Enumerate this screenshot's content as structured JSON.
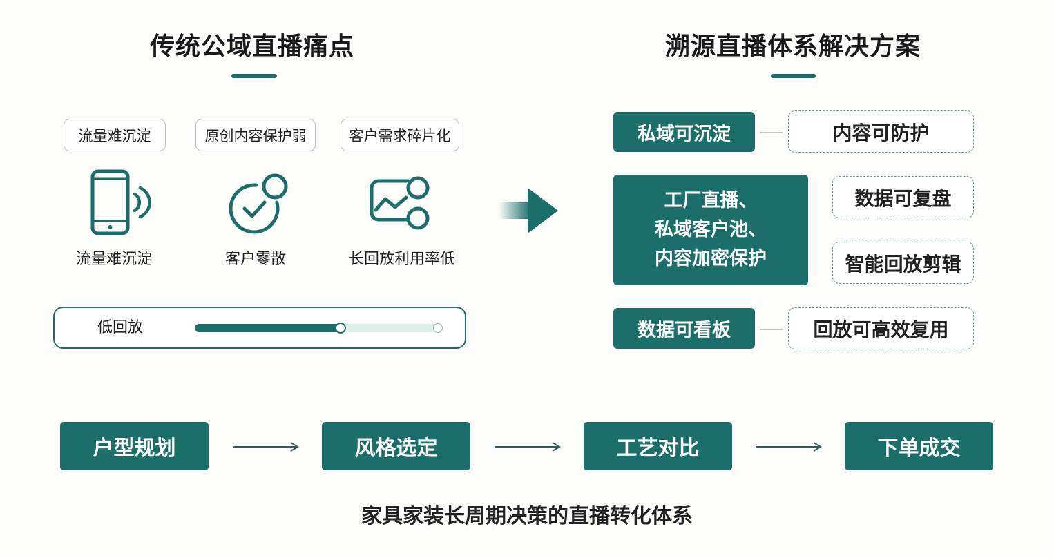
{
  "colors": {
    "accent": "#1b6e6a",
    "track": "#dcefe9",
    "dashed_border": "#5e9c94"
  },
  "left": {
    "title": "传统公域直播痛点",
    "tags": [
      "流量难沉淀",
      "原创内容保护弱",
      "客户需求碎片化"
    ],
    "pain_points": [
      {
        "icon": "phone-signal-icon",
        "label": "流量难沉淀"
      },
      {
        "icon": "check-circle-icon",
        "label": "客户零散"
      },
      {
        "icon": "chart-nodes-icon",
        "label": "长回放利用率低"
      }
    ],
    "replay_bar": {
      "label": "低回放",
      "level": 0.59
    }
  },
  "transition_icon": "arrow-right-icon",
  "right": {
    "title": "溯源直播体系解决方案",
    "private_domain": "私域可沉淀",
    "content_protect": "内容可防护",
    "core_lines": [
      "工厂直播、",
      "私域客户池、",
      "内容加密保护"
    ],
    "data_review": "数据可复盘",
    "smart_clip": "智能回放剪辑",
    "dashboard": "数据可看板",
    "replay_reuse": "回放可高效复用"
  },
  "flow": {
    "steps": [
      "户型规划",
      "风格选定",
      "工艺对比",
      "下单成交"
    ]
  },
  "footer": "家具家装长周期决策的直播转化体系"
}
